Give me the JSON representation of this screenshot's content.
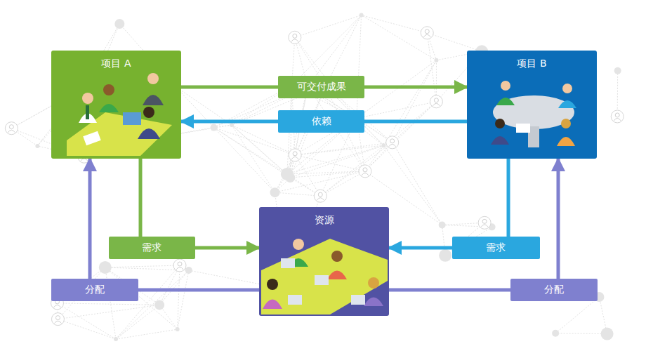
{
  "diagram": {
    "nodes": [
      {
        "text": [
          "项目 A"
        ]
      },
      {
        "text": [
          "项目 B"
        ]
      },
      {
        "text": [
          "资源"
        ]
      }
    ],
    "edges": [
      {
        "from": 0,
        "to": 1,
        "arrow": "to",
        "label": "可交付成果"
      },
      {
        "from": 1,
        "to": 0,
        "arrow": "to",
        "label": "依赖"
      },
      {
        "from": 0,
        "to": 2,
        "arrow": "to",
        "label": "需求"
      },
      {
        "from": 1,
        "to": 2,
        "arrow": "to",
        "label": "需求"
      },
      {
        "from": 2,
        "to": 0,
        "arrow": "to",
        "label": "分配"
      },
      {
        "from": 2,
        "to": 1,
        "arrow": "to",
        "label": "分配"
      }
    ]
  }
}
